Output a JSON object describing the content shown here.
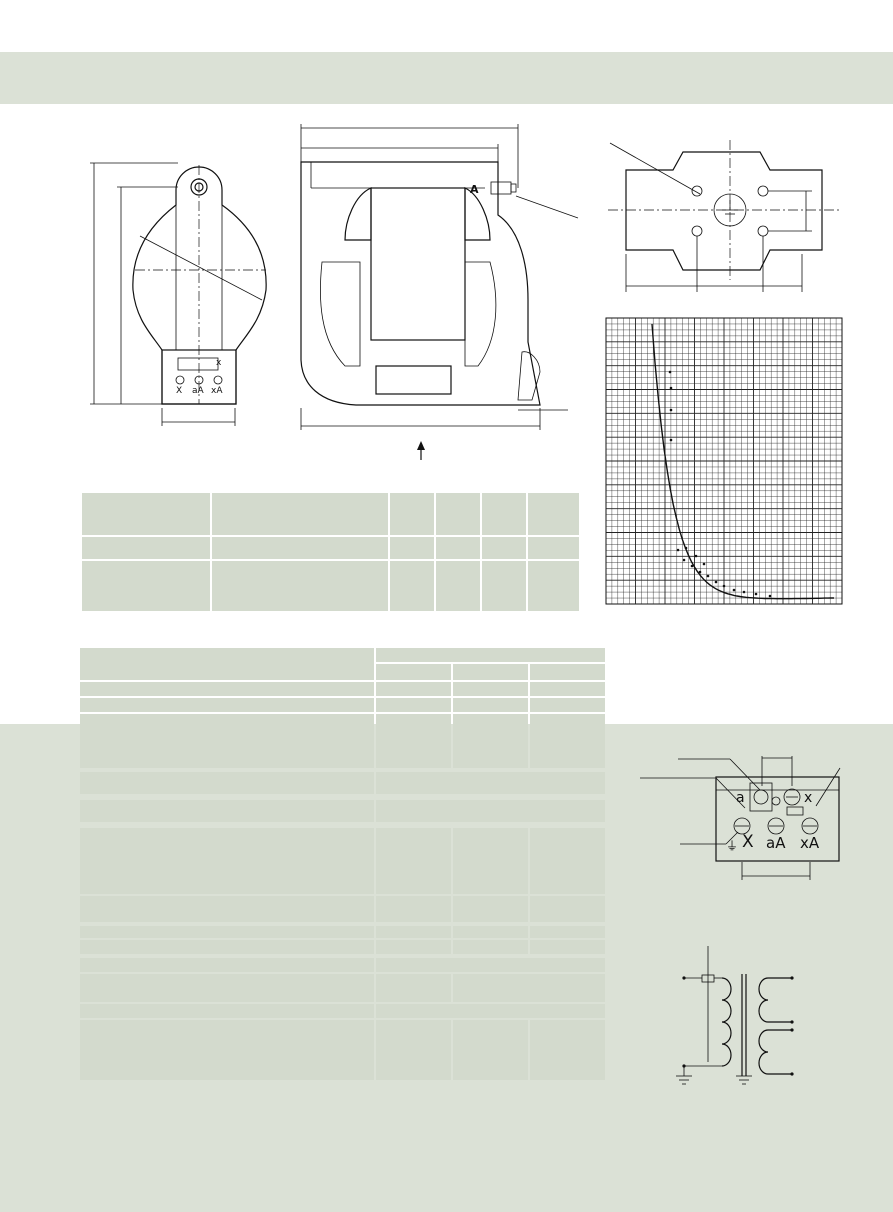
{
  "bushing_label": "A",
  "terminal_glyphs": {
    "a": "a",
    "x": "x",
    "X": "X",
    "aA": "aA",
    "xA": "xA",
    "ground": "⏚"
  },
  "colors": {
    "band": "#dbe1d6",
    "cell_dark": "#d3dacd",
    "line": "#111111"
  }
}
